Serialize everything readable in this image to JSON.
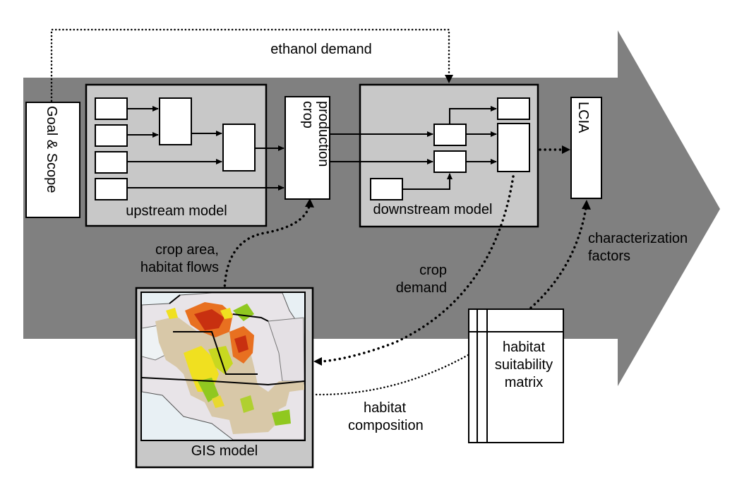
{
  "labels": {
    "goal_scope": "Goal & Scope",
    "ethanol_demand": "ethanol demand",
    "upstream_model": "upstream model",
    "crop_production_line1": "crop",
    "crop_production_line2": "production",
    "downstream_model": "downstream model",
    "lcia": "LCIA",
    "characterization_line1": "characterization",
    "characterization_line2": "factors",
    "crop_area_line1": "crop area,",
    "crop_area_line2": "habitat flows",
    "crop_demand_line1": "crop",
    "crop_demand_line2": "demand",
    "habitat_suit_line1": "habitat",
    "habitat_suit_line2": "suitability",
    "habitat_suit_line3": "matrix",
    "habitat_comp_line1": "habitat",
    "habitat_comp_line2": "composition",
    "gis_model": "GIS model"
  },
  "colors": {
    "big_arrow": "#808080",
    "panel": "#c8c8c8",
    "map_water": "#e8f0f4",
    "map_land": "#e8e4e8",
    "map_crop_tan": "#d8c8a8",
    "map_yellow": "#f0e020",
    "map_green": "#90c820",
    "map_orange": "#e87020",
    "map_red": "#c83010"
  }
}
